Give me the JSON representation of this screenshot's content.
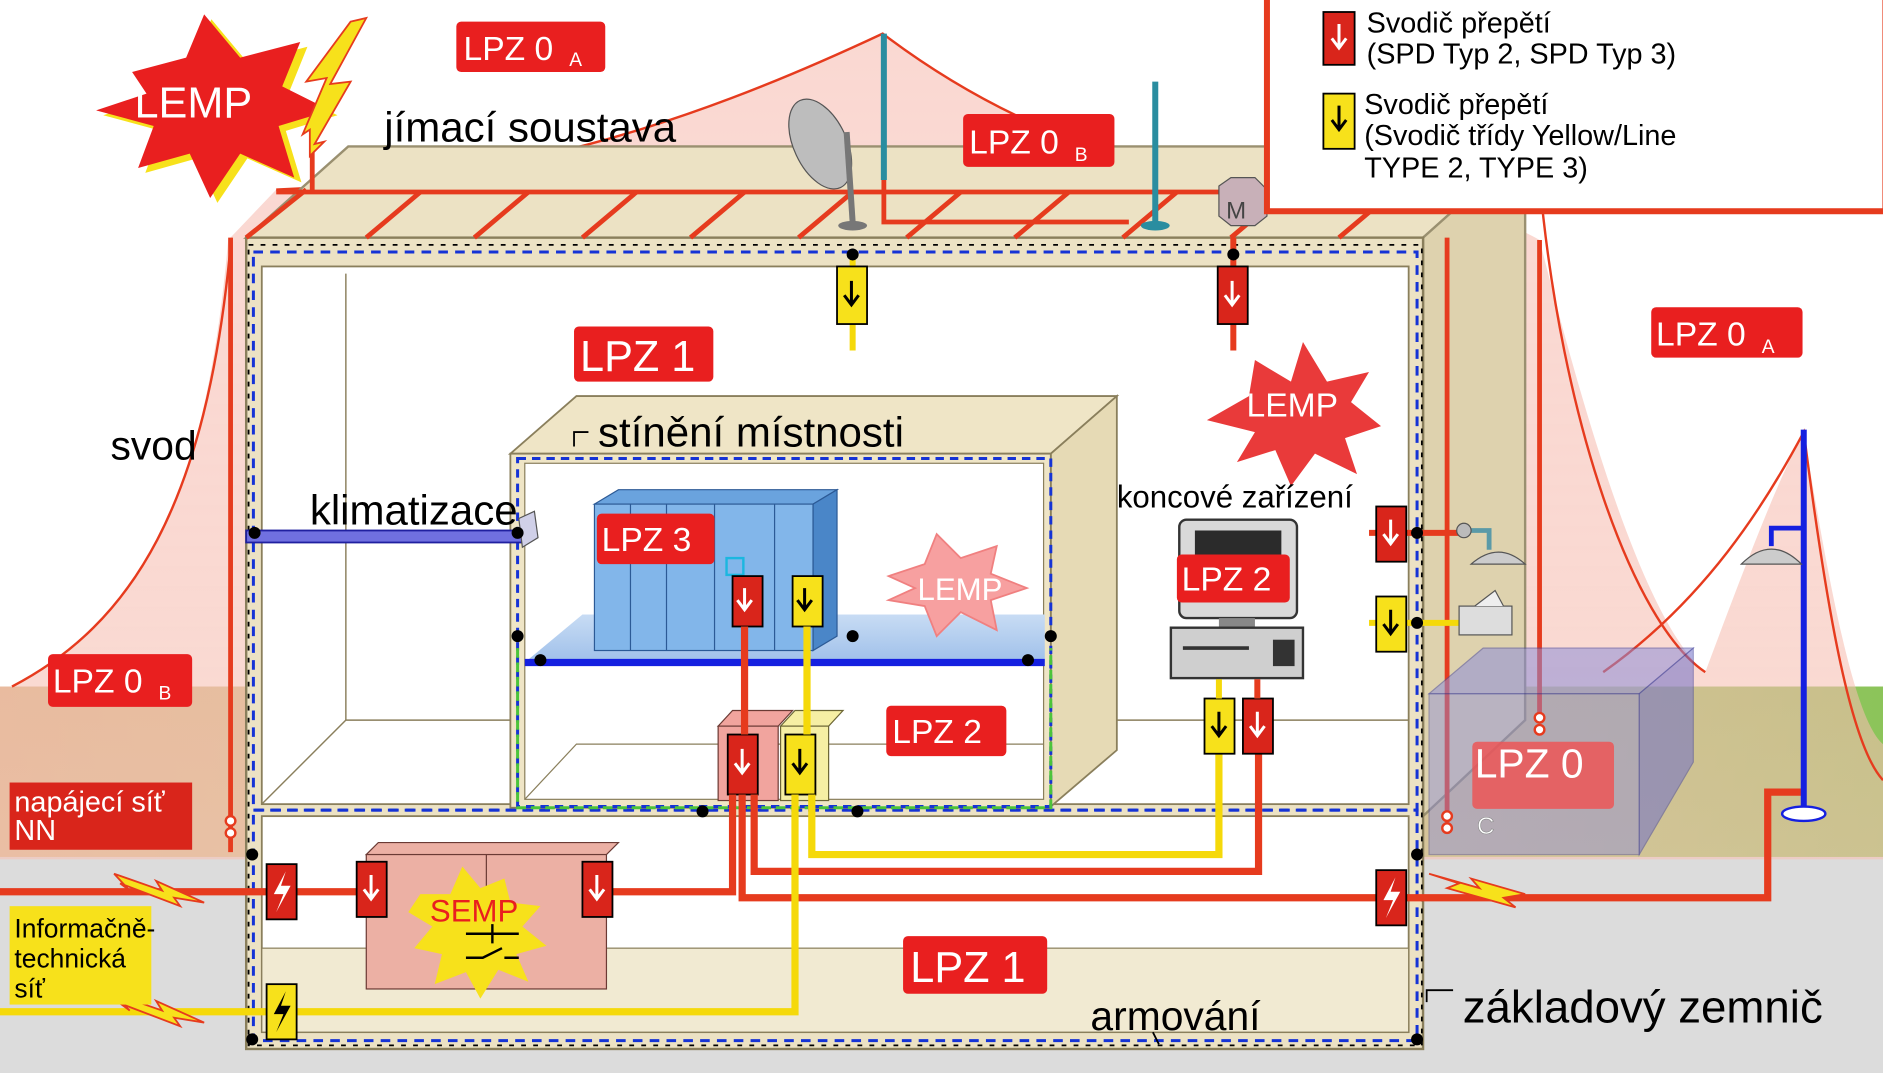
{
  "legend": {
    "items": [
      {
        "title": "Svodič přepětí",
        "subtitle": "(SPD Typ 2, SPD Typ 3)",
        "color": "#d9251b"
      },
      {
        "title": "Svodič přepětí",
        "subtitle": "(Svodič třídy Yellow/Line",
        "subtitle2": "TYPE 2, TYPE 3)",
        "color": "#f7e11b"
      }
    ]
  },
  "zones": {
    "lpz0a_top": "LPZ 0",
    "lpz0a_top_sub": "A",
    "lpz0b_roof": "LPZ 0",
    "lpz0b_roof_sub": "B",
    "lpz0a_right": "LPZ 0",
    "lpz0a_right_sub": "A",
    "lpz0b_left": "LPZ 0",
    "lpz0b_left_sub": "B",
    "lpz1_top": "LPZ 1",
    "lpz1_bottom": "LPZ 1",
    "lpz2_room": "LPZ 2",
    "lpz2_terminal": "LPZ 2",
    "lpz3": "LPZ 3",
    "lpz0c": "LPZ 0",
    "lpz0c_sub": "C"
  },
  "labels": {
    "lemp_big": "LEMP",
    "lemp_mid": "LEMP",
    "lemp_room": "LEMP",
    "semp": "SEMP",
    "jimaci": "jímací soustava",
    "svod": "svod",
    "klimatizace": "klimatizace",
    "stineni": "stínění místnosti",
    "koncove": "koncové zařízení",
    "napajeci_1": "napájecí síť",
    "napajeci_2": "NN",
    "info_1": "Informačně-",
    "info_2": "technická",
    "info_3": "síť",
    "armovani": "armování",
    "zemnic": "základový zemnič",
    "motor": "M"
  },
  "colors": {
    "red": "#e63b1e",
    "spd_red": "#d9251b",
    "spd_yellow": "#f7e11b",
    "yellow_line": "#f5d90a",
    "zone_fill": "#f7c6b8",
    "wall": "#ece2c4",
    "dashed_blue": "#1533d6"
  }
}
